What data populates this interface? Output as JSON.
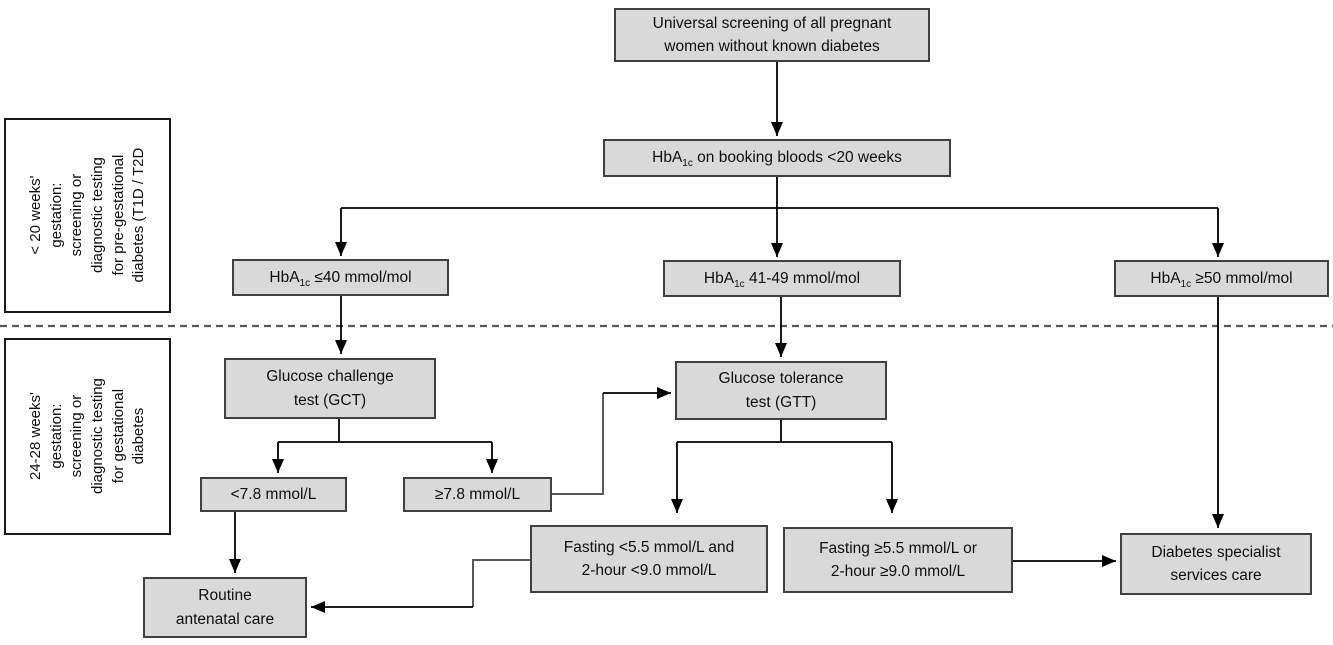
{
  "colors": {
    "box_fill": "#d9d9d9",
    "box_border": "#404040",
    "line": "#000000",
    "elbow_line": "#595959",
    "divider": "#595959"
  },
  "sidebar": {
    "top": {
      "lines": [
        "< 20 weeks'",
        "gestation:",
        "screening or",
        "diagnostic testing",
        "for pre-gestational",
        "diabetes (T1D / T2D"
      ]
    },
    "bottom": {
      "lines": [
        "24-28 weeks'",
        "gestation:",
        "screening or",
        "diagnostic testing",
        "for gestational",
        "diabetes"
      ]
    }
  },
  "boxes": {
    "universal": {
      "line1": "Universal screening of all pregnant",
      "line2": "women without known diabetes"
    },
    "booking": {
      "prefix": "HbA",
      "sub": "1c",
      "rest": " on booking bloods <20 weeks"
    },
    "hba_le40": {
      "prefix": "HbA",
      "sub": "1c",
      "rest": " ≤40 mmol/mol"
    },
    "hba_41_49": {
      "prefix": "HbA",
      "sub": "1c",
      "rest": " 41-49 mmol/mol"
    },
    "hba_ge50": {
      "prefix": "HbA",
      "sub": "1c",
      "rest": " ≥50 mmol/mol"
    },
    "gct": {
      "line1": "Glucose challenge",
      "line2": "test (GCT)"
    },
    "gtt": {
      "line1": "Glucose tolerance",
      "line2": "test (GTT)"
    },
    "gct_neg": {
      "text": "<7.8 mmol/L"
    },
    "gct_pos": {
      "text": "≥7.8 mmol/L"
    },
    "gtt_neg": {
      "line1": "Fasting <5.5 mmol/L and",
      "line2": "2-hour <9.0 mmol/L"
    },
    "gtt_pos": {
      "line1": "Fasting ≥5.5 mmol/L or",
      "line2": "2-hour ≥9.0 mmol/L"
    },
    "routine": {
      "line1": "Routine",
      "line2": "antenatal care"
    },
    "specialist": {
      "line1": "Diabetes specialist",
      "line2": "services care"
    }
  }
}
